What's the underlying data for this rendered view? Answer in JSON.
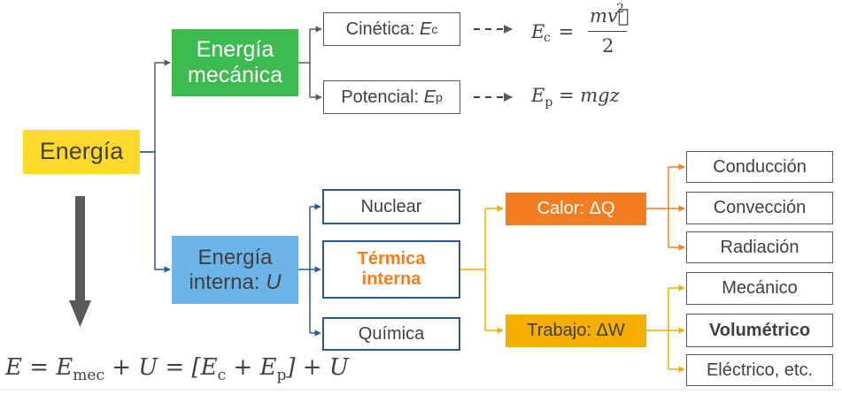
{
  "colors": {
    "yellow": "#ffd92b",
    "green": "#3dbb4f",
    "blue": "#6cb4e8",
    "orange": "#f47d20",
    "amber": "#f5ad00",
    "dark_blue": "#2e5a8a",
    "gray": "#5a5a5a"
  },
  "nodes": {
    "energia": "Energía",
    "mecanica_line1": "Energía",
    "mecanica_line2": "mecánica",
    "cinetica": "Cinética: ",
    "cinetica_sym": "E",
    "cinetica_sub": "c",
    "potencial": "Potencial: ",
    "potencial_sym": "E",
    "potencial_sub": "p",
    "interna_line1": "Energía",
    "interna_line2": "interna: ",
    "interna_sym": "U",
    "nuclear": "Nuclear",
    "termica_line1": "Térmica",
    "termica_line2": "interna",
    "quimica": "Química",
    "calor": "Calor: ΔQ",
    "trabajo": "Trabajo: ΔW",
    "conduccion": "Conducción",
    "conveccion": "Convección",
    "radiacion": "Radiación",
    "mecanico": "Mecánico",
    "volumetrico": "Volumétrico",
    "electrico": "Eléctrico, etc."
  },
  "formulas": {
    "ec_lhs": "E",
    "ec_sub": "c",
    "ec_eq": " = ",
    "ec_num": "mv⃗",
    "ec_sup": "2",
    "ec_den": "2",
    "ep_lhs": "E",
    "ep_sub": "p",
    "ep_rhs": " = mgz",
    "total_a": "E",
    "total_b": " = E",
    "total_b_sub": "mec",
    "total_c": " + U = [E",
    "total_c_sub": "c",
    "total_d": " + E",
    "total_d_sub": "p",
    "total_e": "] + U"
  }
}
